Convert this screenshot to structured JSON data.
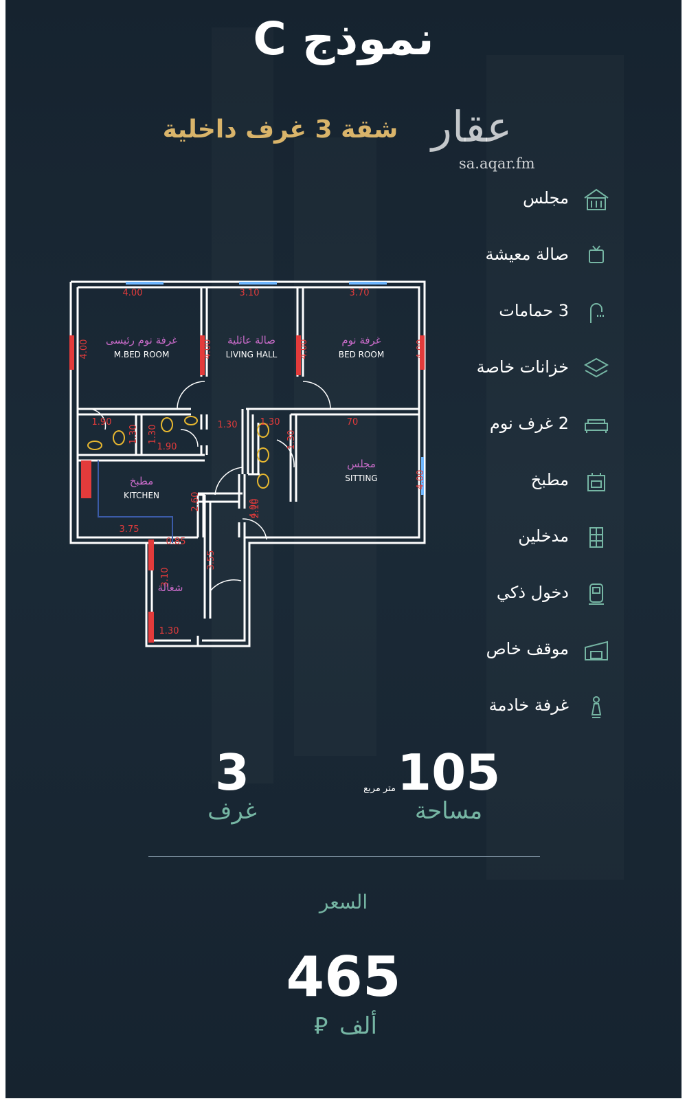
{
  "header": {
    "title": "نموذج C",
    "subtitle": "شقة 3 غرف داخلية"
  },
  "watermark": {
    "logo_text": "عقار",
    "url": "sa.aqar.fm"
  },
  "features": [
    {
      "label": "مجلس",
      "icon": "majlis-house-icon"
    },
    {
      "label": "صالة معيشة",
      "icon": "tv-icon"
    },
    {
      "label": "3 حمامات",
      "icon": "shower-icon"
    },
    {
      "label": "خزانات خاصة",
      "icon": "layers-icon"
    },
    {
      "label": "2 غرف نوم",
      "icon": "bed-icon"
    },
    {
      "label": "مطبخ",
      "icon": "kitchen-icon"
    },
    {
      "label": "مدخلين",
      "icon": "doors-icon"
    },
    {
      "label": "دخول ذكي",
      "icon": "smart-lock-icon"
    },
    {
      "label": "موقف خاص",
      "icon": "garage-icon"
    },
    {
      "label": "غرفة خادمة",
      "icon": "maid-icon"
    }
  ],
  "floorplan": {
    "rooms": [
      {
        "ar": "غرفة نوم رئيسى",
        "en": "M.BED ROOM"
      },
      {
        "ar": "صالة عائلية",
        "en": "LIVING HALL"
      },
      {
        "ar": "غرفة نوم",
        "en": "BED ROOM"
      },
      {
        "ar": "مجلس",
        "en": "SITTING"
      },
      {
        "ar": "مطبخ",
        "en": "KITCHEN"
      },
      {
        "ar": "شغالة",
        "en": ""
      }
    ],
    "dims": [
      "4.00",
      "3.10",
      "3.70",
      "4.00",
      "4.00",
      "4.00",
      "4.00",
      "1.90",
      "1.30",
      "1.30",
      "1.90",
      "1.30",
      "1.30",
      "1.30",
      "70",
      "4.00",
      "4.00",
      "2.60",
      "2.10",
      "3.75",
      "0.85",
      "3.55",
      "3.10",
      "1.30"
    ]
  },
  "stats": {
    "area_value": "105",
    "area_unit": "متر مربع",
    "area_label": "مساحة",
    "rooms_value": "3",
    "rooms_label": "غرف"
  },
  "price": {
    "label": "السعر",
    "value": "465",
    "currency": "ألف ⃁"
  },
  "colors": {
    "background": "#1b2a37",
    "accent_gold": "#d9b46a",
    "accent_teal": "#76b6a4",
    "plan_wall": "#ffffff",
    "plan_dim": "#e33b3b",
    "plan_label": "#c86bc8"
  }
}
